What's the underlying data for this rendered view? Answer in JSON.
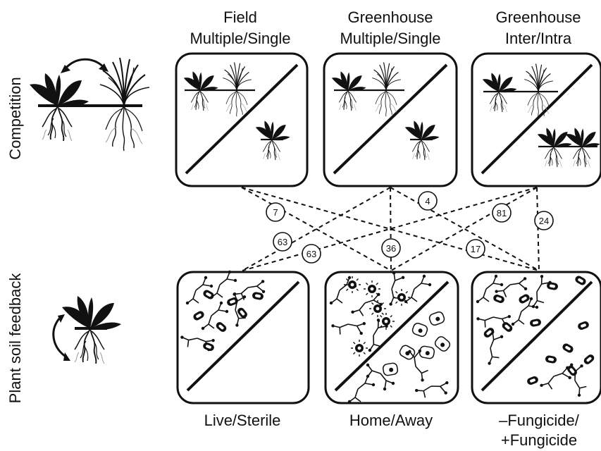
{
  "row_labels": {
    "competition": "Competition",
    "feedback": "Plant soil feedback"
  },
  "columns_top": [
    {
      "line1": "Field",
      "line2": "Multiple/Single"
    },
    {
      "line1": "Greenhouse",
      "line2": "Multiple/Single"
    },
    {
      "line1": "Greenhouse",
      "line2": "Inter/Intra"
    }
  ],
  "columns_bottom": [
    {
      "line1": "Live/Sterile",
      "line2": ""
    },
    {
      "line1": "Home/Away",
      "line2": ""
    },
    {
      "line1": "–Fungicide/",
      "line2": "+Fungicide"
    }
  ],
  "links": [
    {
      "from": "field-multiple-single",
      "to": "home-away",
      "count": "7"
    },
    {
      "from": "greenhouse-multiple-single",
      "to": "live-sterile",
      "count": "63"
    },
    {
      "from": "greenhouse-inter-intra",
      "to": "live-sterile",
      "count": "63"
    },
    {
      "from": "greenhouse-multiple-single",
      "to": "home-away",
      "count": "36"
    },
    {
      "from": "field-multiple-single",
      "to": "fungicide",
      "count": "17"
    },
    {
      "from": "greenhouse-multiple-single",
      "to": "fungicide",
      "count": "4"
    },
    {
      "from": "greenhouse-inter-intra",
      "to": "home-away",
      "count": "81"
    },
    {
      "from": "greenhouse-inter-intra",
      "to": "fungicide",
      "count": "24"
    }
  ],
  "colors": {
    "ink": "#111111",
    "background": "#ffffff"
  }
}
